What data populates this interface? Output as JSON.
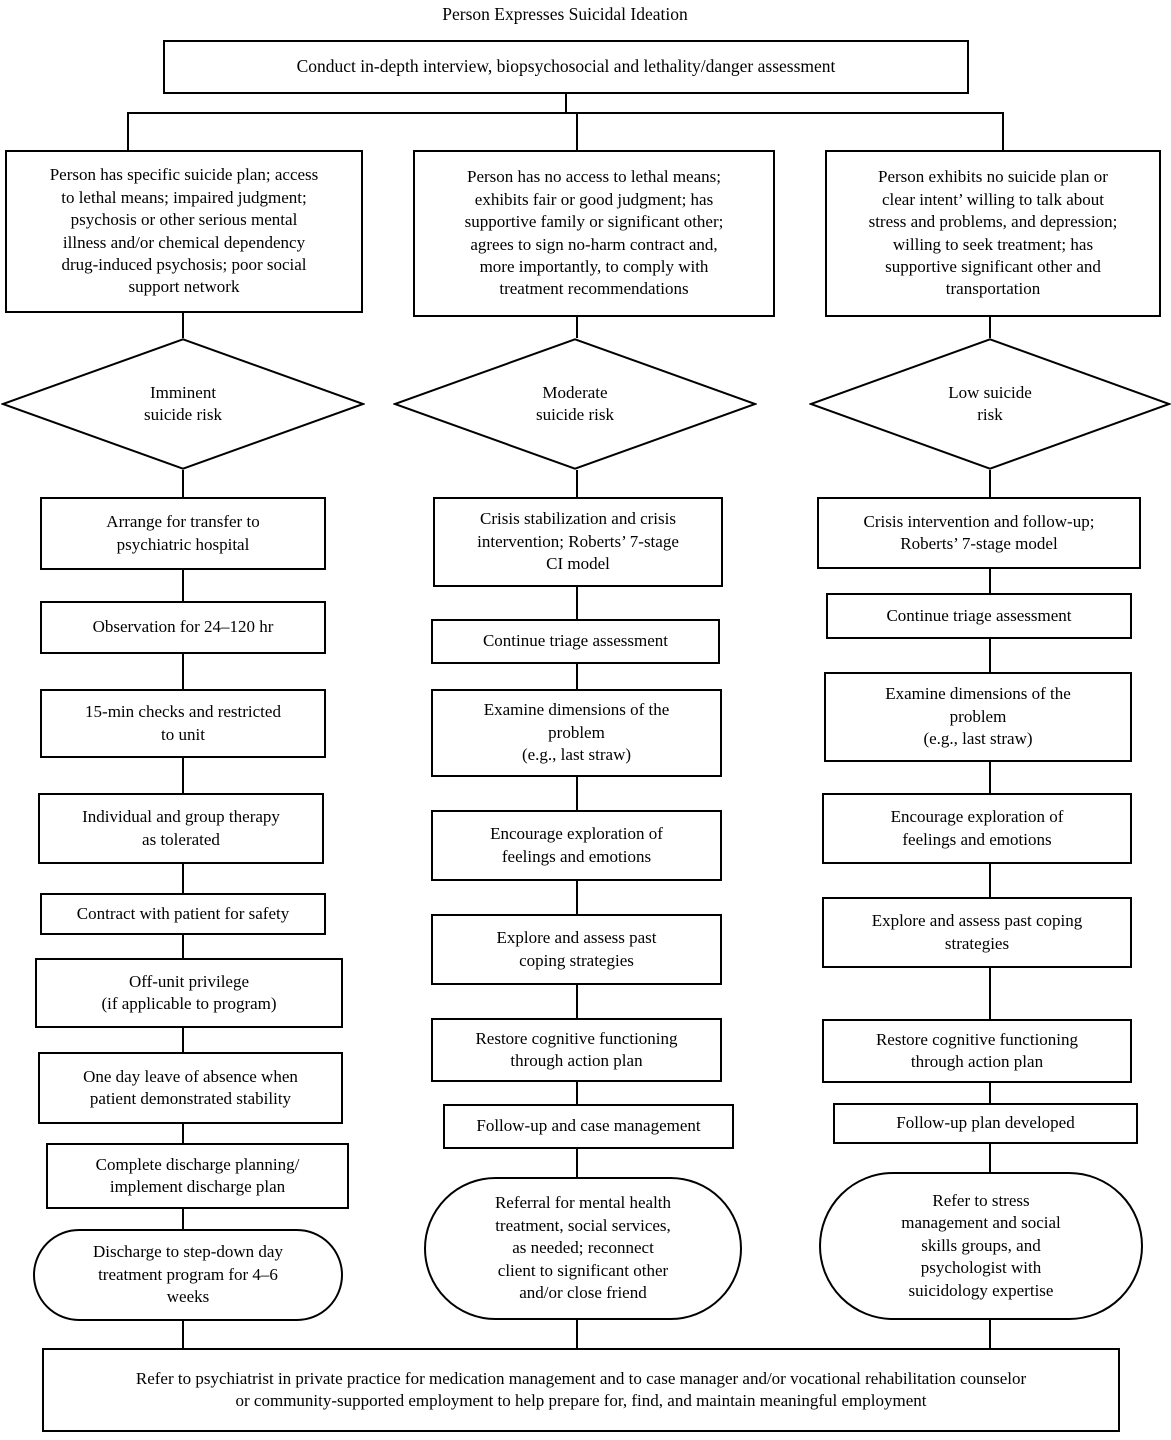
{
  "page": {
    "title": "Person Expresses Suicidal Ideation"
  },
  "nodes": {
    "assessment": "Conduct in-depth interview, biopsychosocial and lethality/danger assessment",
    "footer": "Refer to psychiatrist in private practice for medication management and to case manager and/or vocational rehabilitation counselor\nor community-supported employment to help prepare for, find, and maintain meaningful employment"
  },
  "branches": {
    "imminent": {
      "condition": "Person has specific suicide plan; access\nto lethal means; impaired judgment;\npsychosis or other serious mental\nillness and/or chemical dependency\ndrug-induced psychosis; poor social\nsupport network",
      "risk": "Imminent\nsuicide risk",
      "steps": [
        "Arrange for transfer to\npsychiatric hospital",
        "Observation for 24–120 hr",
        "15-min checks and restricted\nto unit",
        "Individual and group therapy\nas tolerated",
        "Contract with patient for safety",
        "Off-unit privilege\n(if applicable to program)",
        "One day leave of absence when\npatient demonstrated stability",
        "Complete discharge planning/\nimplement discharge plan"
      ],
      "outcome": "Discharge to step-down day\ntreatment program for 4–6\nweeks"
    },
    "moderate": {
      "condition": "Person has no access to lethal means;\nexhibits fair or good judgment; has\nsupportive family or significant other;\nagrees to sign no-harm contract and,\nmore importantly, to comply with\ntreatment recommendations",
      "risk": "Moderate\nsuicide risk",
      "steps": [
        "Crisis stabilization and crisis\nintervention; Roberts’ 7-stage\nCI model",
        "Continue triage assessment",
        "Examine dimensions of the\nproblem\n(e.g., last straw)",
        "Encourage exploration of\nfeelings and emotions",
        "Explore and assess past\ncoping strategies",
        "Restore cognitive functioning\nthrough action plan",
        "Follow-up and case management"
      ],
      "outcome": "Referral for mental health\ntreatment, social services,\nas needed; reconnect\nclient to significant other\nand/or close friend"
    },
    "low": {
      "condition": "Person exhibits no suicide plan or\nclear intent’ willing to talk about\nstress and problems, and depression;\nwilling to seek treatment; has\nsupportive significant other and\ntransportation",
      "risk": "Low suicide\nrisk",
      "steps": [
        "Crisis intervention and follow-up;\nRoberts’ 7-stage model",
        "Continue triage assessment",
        "Examine dimensions of the\nproblem\n(e.g., last straw)",
        "Encourage exploration of\nfeelings and emotions",
        "Explore and assess past coping\nstrategies",
        "Restore cognitive functioning\nthrough action plan",
        "Follow-up plan developed"
      ],
      "outcome": "Refer to stress\nmanagement and social\nskills groups, and\npsychologist with\nsuicidology expertise"
    }
  },
  "colors": {
    "line": "#000000",
    "background": "#ffffff",
    "text": "#000000"
  }
}
